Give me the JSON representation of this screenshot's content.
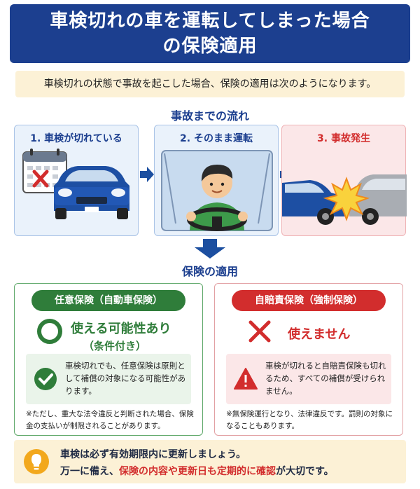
{
  "title": {
    "line1": "車検切れの車を運転してしまった場合",
    "line2": "の保険適用"
  },
  "intro": "車検切れの状態で事故を起こした場合、保険の適用は次のようになります。",
  "flow": {
    "heading": "事故までの流れ",
    "steps": [
      {
        "label": "1. 車検が切れている"
      },
      {
        "label": "2. そのまま運転"
      },
      {
        "label": "3. 事故発生"
      }
    ]
  },
  "insurance": {
    "heading": "保険の適用",
    "voluntary": {
      "pill": "任意保険（自動車保険）",
      "verdict": "使える可能性あり",
      "condition": "（条件付き）",
      "note": "車検切れでも、任意保険は原則として補償の対象になる可能性があります。",
      "footnote": "※ただし、重大な法令違反と判断された場合、保険金の支払いが制限されることがあります。"
    },
    "compulsory": {
      "pill": "自賠責保険（強制保険）",
      "verdict": "使えません",
      "note": "車検が切れると自賠責保険も切れるため、すべての補償が受けられません。",
      "footnote": "※無保険運行となり、法律違反です。罰則の対象になることもあります。"
    }
  },
  "tip": {
    "line1": "車検は必ず有効期限内に更新しましょう。",
    "line2_pre": "万一に備え、",
    "line2_highlight": "保険の内容や更新日も定期的に確認",
    "line2_post": "が大切です。"
  },
  "colors": {
    "navy": "#1c3f8f",
    "green": "#2f7d3a",
    "red": "#d22d2d",
    "cream": "#fcf1d6"
  }
}
